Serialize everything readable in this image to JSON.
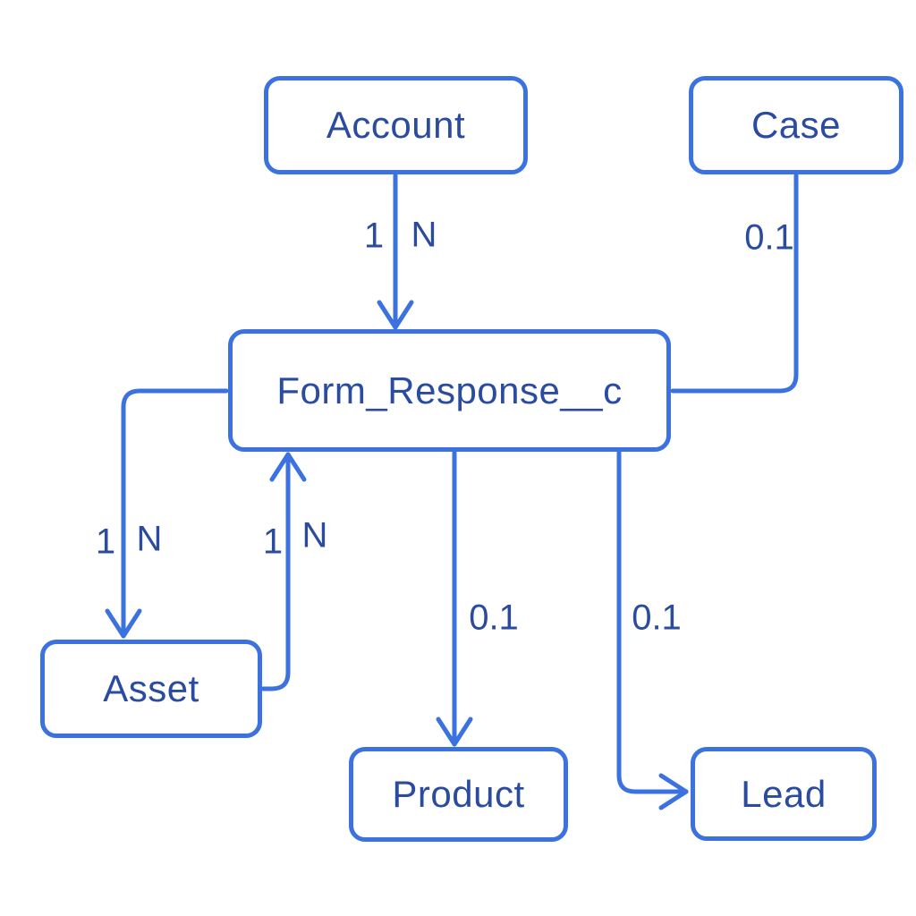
{
  "diagram": {
    "type": "entity-relationship",
    "nodes": [
      {
        "id": "account",
        "label": "Account"
      },
      {
        "id": "case",
        "label": "Case"
      },
      {
        "id": "form_response",
        "label": "Form_Response__c"
      },
      {
        "id": "asset",
        "label": "Asset"
      },
      {
        "id": "product",
        "label": "Product"
      },
      {
        "id": "lead",
        "label": "Lead"
      }
    ],
    "edges": [
      {
        "source": "Account",
        "target": "Form_Response__c",
        "arrow": "target",
        "labels": [
          "1",
          "N"
        ]
      },
      {
        "source": "Case",
        "target": "Form_Response__c",
        "arrow": "none",
        "labels": [
          "0.1"
        ]
      },
      {
        "source": "Form_Response__c",
        "target": "Asset",
        "arrow": "target",
        "labels": [
          "1",
          "N"
        ]
      },
      {
        "source": "Asset",
        "target": "Form_Response__c",
        "arrow": "target",
        "labels": [
          "1",
          "N"
        ]
      },
      {
        "source": "Form_Response__c",
        "target": "Product",
        "arrow": "target",
        "labels": [
          "0.1"
        ]
      },
      {
        "source": "Form_Response__c",
        "target": "Lead",
        "arrow": "target",
        "labels": [
          "0.1"
        ]
      }
    ],
    "colors": {
      "line": "#3b72e0",
      "text": "#2a4b9f",
      "node_fill": "#ffffff",
      "background": "#ffffff"
    }
  }
}
